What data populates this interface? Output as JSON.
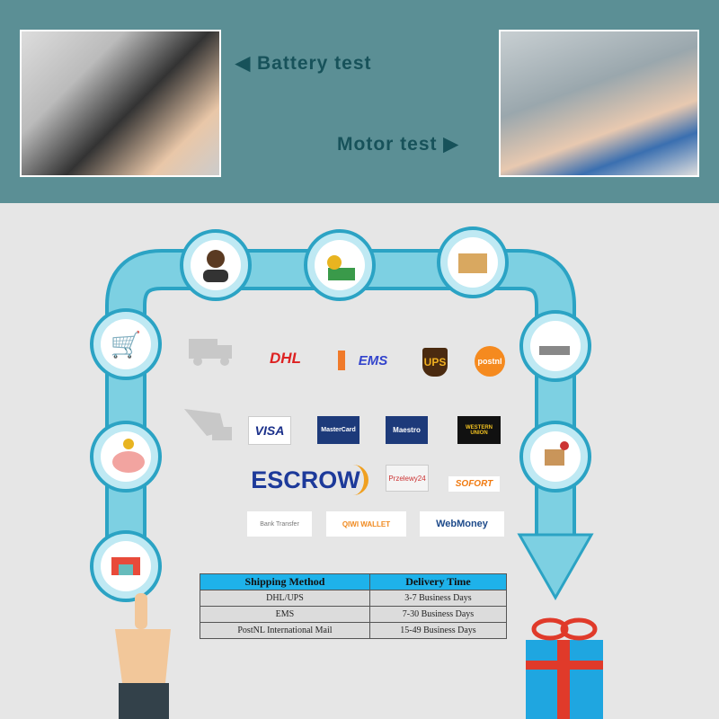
{
  "top": {
    "battery_label": "Battery test",
    "motor_label": "Motor test"
  },
  "shipping_logos": [
    "DHL",
    "EMS",
    "UPS",
    "postnl"
  ],
  "payment_logos": [
    "VISA",
    "MasterCard",
    "Maestro",
    "WESTERN UNION",
    "ESCROW",
    "Przelewy24",
    "SOFORT",
    "Bank Transfer",
    "QIWI WALLET",
    "WebMoney"
  ],
  "table": {
    "headers": [
      "Shipping Method",
      "Delivery Time"
    ],
    "rows": [
      [
        "DHL/UPS",
        "3-7 Business Days"
      ],
      [
        "EMS",
        "7-30 Business Days"
      ],
      [
        "PostNL International Mail",
        "15-49 Business Days"
      ]
    ]
  },
  "colors": {
    "band": "#5b8f95",
    "path": "#74cde0",
    "header": "#1eb2ea"
  }
}
